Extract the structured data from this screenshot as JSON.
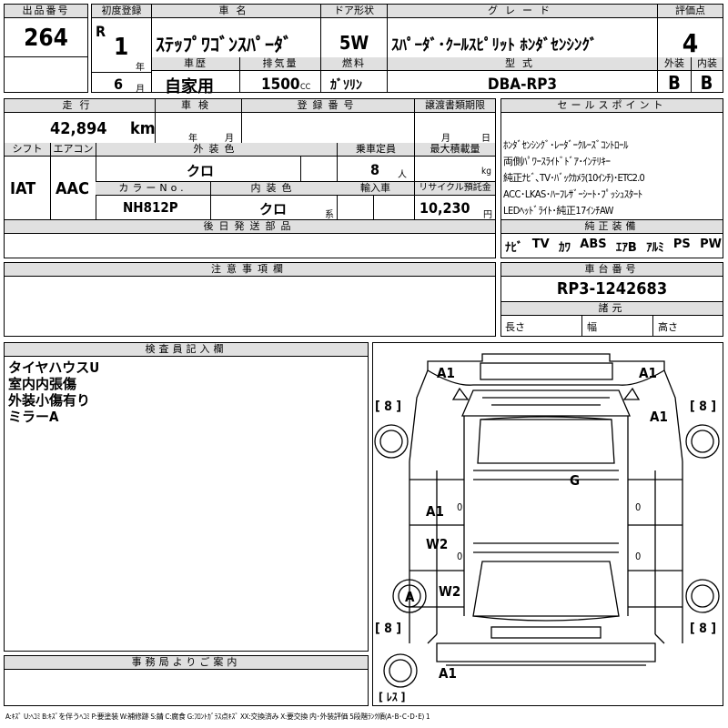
{
  "header": {
    "lot_number_label": "出品番号",
    "lot_number": "264",
    "first_reg_label": "初度登録",
    "era": "R",
    "year": "1",
    "year_unit": "年",
    "month": "6",
    "month_unit": "月",
    "car_name_label": "車名",
    "car_name": "ｽﾃｯﾌﾟﾜｺﾞﾝｽﾊﾟｰﾀﾞ",
    "history_label": "車歴",
    "history": "自家用",
    "displacement_label": "排気量",
    "displacement": "1500",
    "displacement_unit": "CC",
    "door_label": "ドア形状",
    "door": "5W",
    "fuel_label": "燃料",
    "fuel": "ｶﾞｿﾘﾝ",
    "grade_label": "グレード",
    "grade": "ｽﾊﾟｰﾀﾞ･ｸｰﾙｽﾋﾟﾘｯﾄ ﾎﾝﾀﾞｾﾝｼﾝｸﾞ",
    "model_label": "型式",
    "model": "DBA-RP3",
    "score_label": "評価点",
    "score": "4",
    "exterior_label": "外装",
    "exterior_score": "B",
    "interior_label": "内装",
    "interior_score": "B"
  },
  "details": {
    "mileage_label": "走行",
    "mileage": "42,894",
    "mileage_unit": "km",
    "inspection_label": "車検",
    "insp_year_unit": "年",
    "insp_month_unit": "月",
    "reg_number_label": "登録番号",
    "transfer_label": "譲渡書類期限",
    "transfer_month_unit": "月",
    "transfer_day_unit": "日",
    "shift_label": "シフト",
    "shift": "IAT",
    "ac_label": "エアコン",
    "ac": "AAC",
    "exterior_color_label": "外装色",
    "exterior_color": "クロ",
    "capacity_label": "乗車定員",
    "capacity": "8",
    "capacity_unit": "人",
    "max_load_label": "最大積載量",
    "max_load_unit": "kg",
    "color_no_label": "カラーNo.",
    "color_no": "NH812P",
    "interior_color_label": "内装色",
    "interior_color": "クロ",
    "interior_color_unit": "系",
    "import_label": "輸入車",
    "recycle_label": "リサイクル預託金",
    "recycle": "10,230",
    "recycle_unit": "円",
    "later_parts_label": "後日発送部品"
  },
  "sales": {
    "title": "セールスポイント",
    "lines": [
      "ﾎﾝﾀﾞｾﾝｼﾝｸﾞ･ﾚｰﾀﾞｰｸﾙｰｽﾞｺﾝﾄﾛｰﾙ",
      "両側ﾊﾟﾜｰｽﾗｲﾄﾞﾄﾞｱ･ｲﾝﾃﾘｷｰ",
      "純正ﾅﾋﾞ､TV･ﾊﾞｯｸｶﾒﾗ(10ｲﾝﾁ)･ETC2.0",
      "ACC･LKAS･ﾊｰﾌﾚｻﾞｰｼｰﾄ･ﾌﾟｯｼｭｽﾀｰﾄ",
      "LEDﾍｯﾄﾞﾗｲﾄ･純正17ｲﾝﾁAW"
    ],
    "equipment_label": "純正装備",
    "equipment": [
      "ﾅﾋﾞ",
      "TV",
      "ｶﾜ",
      "ABS",
      "ｴｱB",
      "ｱﾙﾐ",
      "PS",
      "PW"
    ]
  },
  "notes": {
    "caution_label": "注意事項欄"
  },
  "chassis": {
    "label": "車台番号",
    "number": "RP3-1242683",
    "specs_label": "諸元",
    "length_label": "長さ",
    "width_label": "幅",
    "height_label": "高さ"
  },
  "inspector": {
    "label": "検査員記入欄",
    "lines": [
      "タイヤハウスU",
      "室内内張傷",
      "外装小傷有り",
      "ミラーA"
    ]
  },
  "office": {
    "label": "事務局よりご案内"
  },
  "diagram": {
    "marks": {
      "front_left": "A1",
      "front_right": "A1",
      "fender_right": "A1",
      "roof": "G",
      "left_door": "A1",
      "left_mid": "W2",
      "left_rear_panel": "W2",
      "left_rear_wheel": "A",
      "rear_bumper": "A1"
    },
    "tread": {
      "fl": "[ 8 ]",
      "fr": "[ 8 ]",
      "rl": "[ 8 ]",
      "rr": "[ 8 ]",
      "spare": "[ ﾚｽ ]"
    },
    "zero": "0"
  },
  "legend": {
    "text": "A:ｷｽﾞ U:ﾍｺﾐ B:ｷｽﾞを伴うﾍｺﾐ P:要塗装 W:補修跡 S:錆 C:腐食 G:ﾌﾛﾝﾄｶﾞﾗｽ点ｷｽﾞ XX:交換済み X:要交換  内･外装評価 5段階ﾗﾝｸ順(A･B･C･D･E) 1"
  }
}
